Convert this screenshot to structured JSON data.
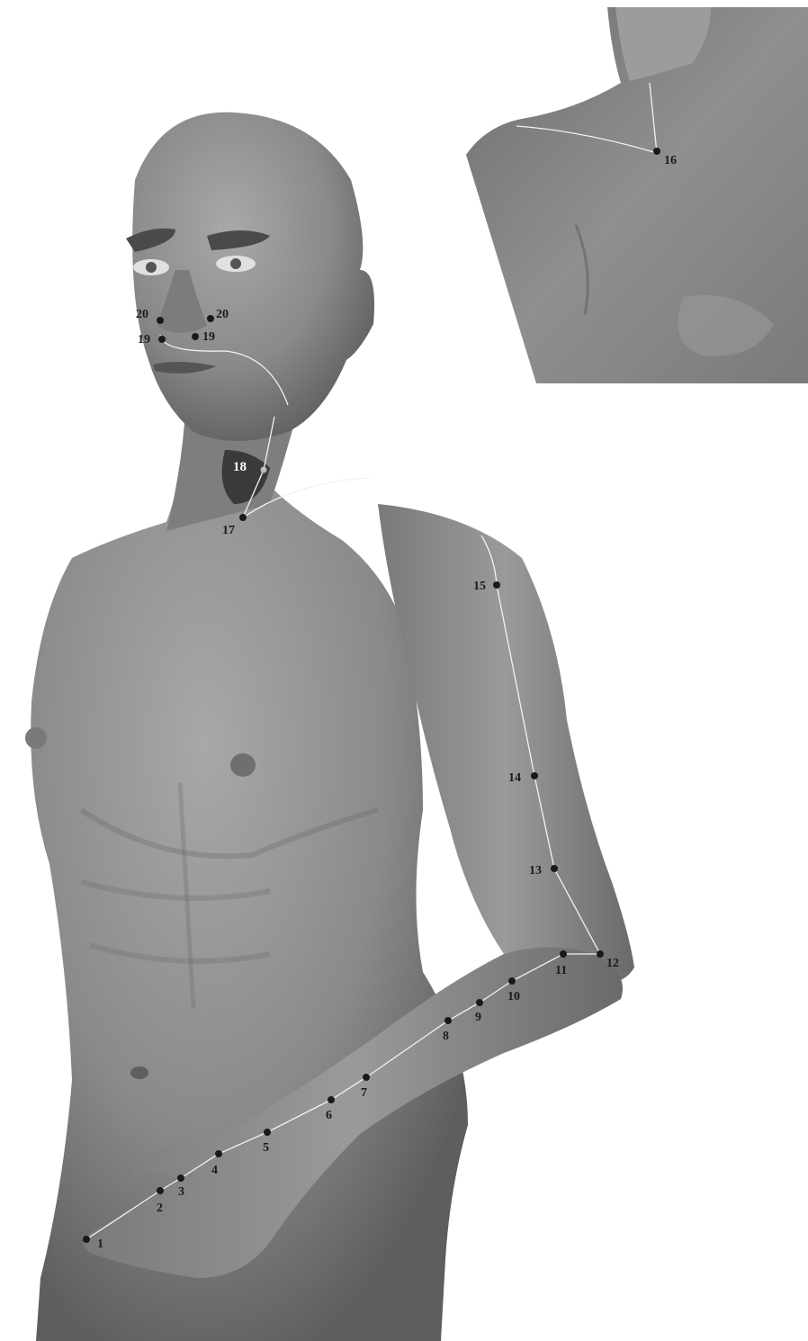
{
  "figure": {
    "background": "#ffffff",
    "skin_tone": "#8c8c8c",
    "line_color": "#f2f2f2",
    "point_color": "#1a1a1a",
    "highlight_point_color": "#bdbdbd"
  },
  "points": [
    {
      "id": "p1",
      "label": "1"
    },
    {
      "id": "p2",
      "label": "2"
    },
    {
      "id": "p3",
      "label": "3"
    },
    {
      "id": "p4",
      "label": "4"
    },
    {
      "id": "p5",
      "label": "5"
    },
    {
      "id": "p6",
      "label": "6"
    },
    {
      "id": "p7",
      "label": "7"
    },
    {
      "id": "p8",
      "label": "8"
    },
    {
      "id": "p9",
      "label": "9"
    },
    {
      "id": "p10",
      "label": "10"
    },
    {
      "id": "p11",
      "label": "11"
    },
    {
      "id": "p12",
      "label": "12"
    },
    {
      "id": "p13",
      "label": "13"
    },
    {
      "id": "p14",
      "label": "14"
    },
    {
      "id": "p15",
      "label": "15"
    },
    {
      "id": "p16",
      "label": "16"
    },
    {
      "id": "p17",
      "label": "17"
    },
    {
      "id": "p18",
      "label": "18",
      "highlight": true
    },
    {
      "id": "p19a",
      "label": "19"
    },
    {
      "id": "p19b",
      "label": "19"
    },
    {
      "id": "p20a",
      "label": "20"
    },
    {
      "id": "p20b",
      "label": "20"
    }
  ]
}
